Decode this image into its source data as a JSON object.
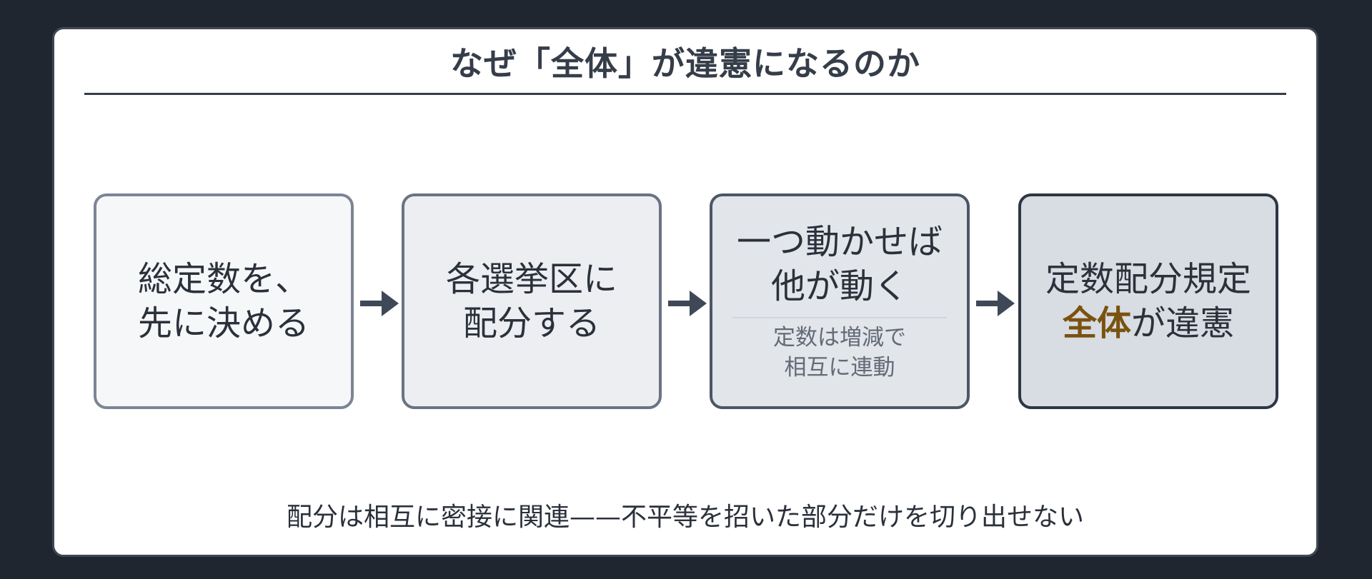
{
  "title": "なぜ「全体」が違憲になるのか",
  "steps": [
    {
      "main": "総定数を、\n先に決める"
    },
    {
      "main": "各選挙区に\n配分する"
    },
    {
      "main": "一つ動かせば\n他が動く",
      "sub": "定数は増減で\n相互に連動"
    },
    {
      "line1": "定数配分規定",
      "highlight": "全体",
      "rest": "が違憲"
    }
  ],
  "footer": "配分は相互に密接に関連——不平等を招いた部分だけを切り出せない",
  "colors": {
    "background": "#1f2630",
    "card": "#ffffff",
    "highlight": "#7a5210",
    "arrow": "#3f4857"
  }
}
